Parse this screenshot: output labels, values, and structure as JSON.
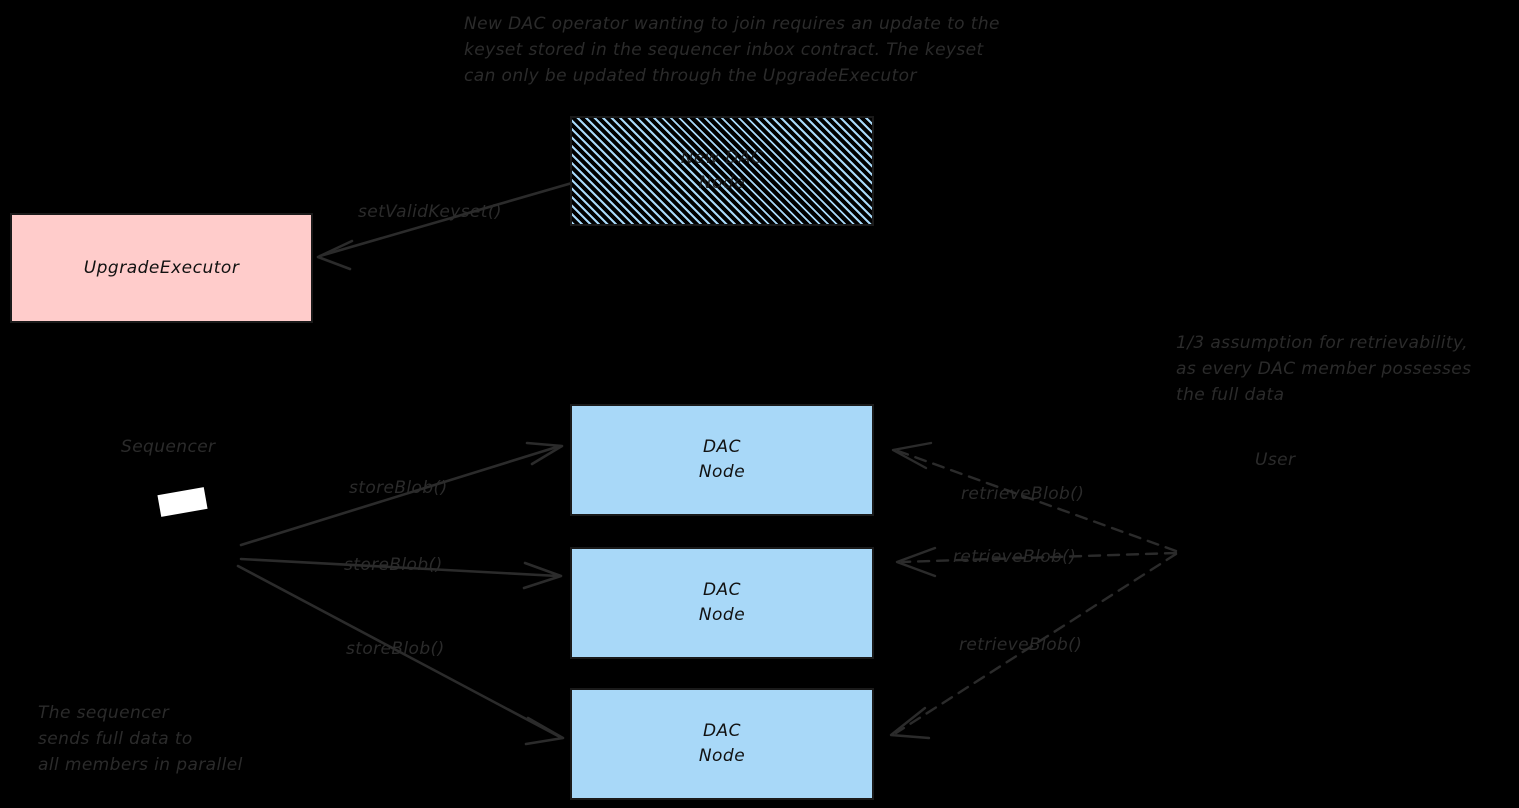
{
  "diagram": {
    "title_note": "New DAC operator wanting to join requires an update to the\nkeyset stored in the sequencer inbox contract. The keyset\ncan only be updated through the UpgradeExecutor",
    "retrievability_note": "1/3 assumption for retrievability,\nas every DAC member possesses\nthe full data",
    "sequencer_note": "The sequencer\nsends full data to\nall members in parallel",
    "colors": {
      "background": "#000000",
      "upgrade_executor_fill": "#FFCCCB",
      "dac_node_fill": "#A8D8F8",
      "hatch_stripe": "#A8D8F8",
      "stroke": "#2b2b2b",
      "sequencer_glyph": "#ffffff"
    },
    "nodes": {
      "upgrade_executor": "UpgradeExecutor",
      "new_dac_node": "New DAC\nNode",
      "dac_node_1": "DAC\nNode",
      "dac_node_2": "DAC\nNode",
      "dac_node_3": "DAC\nNode"
    },
    "actors": {
      "sequencer": "Sequencer",
      "user": "User"
    },
    "edges": [
      {
        "label": "setValidKeyset()",
        "from": "new_dac_node",
        "to": "upgrade_executor",
        "style": "solid"
      },
      {
        "label": "storeBlob()",
        "from": "sequencer",
        "to": "dac_node_1",
        "style": "solid"
      },
      {
        "label": "storeBlob()",
        "from": "sequencer",
        "to": "dac_node_2",
        "style": "solid"
      },
      {
        "label": "storeBlob()",
        "from": "sequencer",
        "to": "dac_node_3",
        "style": "solid"
      },
      {
        "label": "retrieveBlob()",
        "from": "user",
        "to": "dac_node_1",
        "style": "dashed"
      },
      {
        "label": "retrieveBlob()",
        "from": "user",
        "to": "dac_node_2",
        "style": "dashed"
      },
      {
        "label": "retrieveBlob()",
        "from": "user",
        "to": "dac_node_3",
        "style": "dashed"
      }
    ],
    "edge_labels": {
      "set_valid_keyset": "setValidKeyset()",
      "store_blob_1": "storeBlob()",
      "store_blob_2": "storeBlob()",
      "store_blob_3": "storeBlob()",
      "retrieve_blob_1": "retrieveBlob()",
      "retrieve_blob_2": "retrieveBlob()",
      "retrieve_blob_3": "retrieveBlob()"
    }
  }
}
